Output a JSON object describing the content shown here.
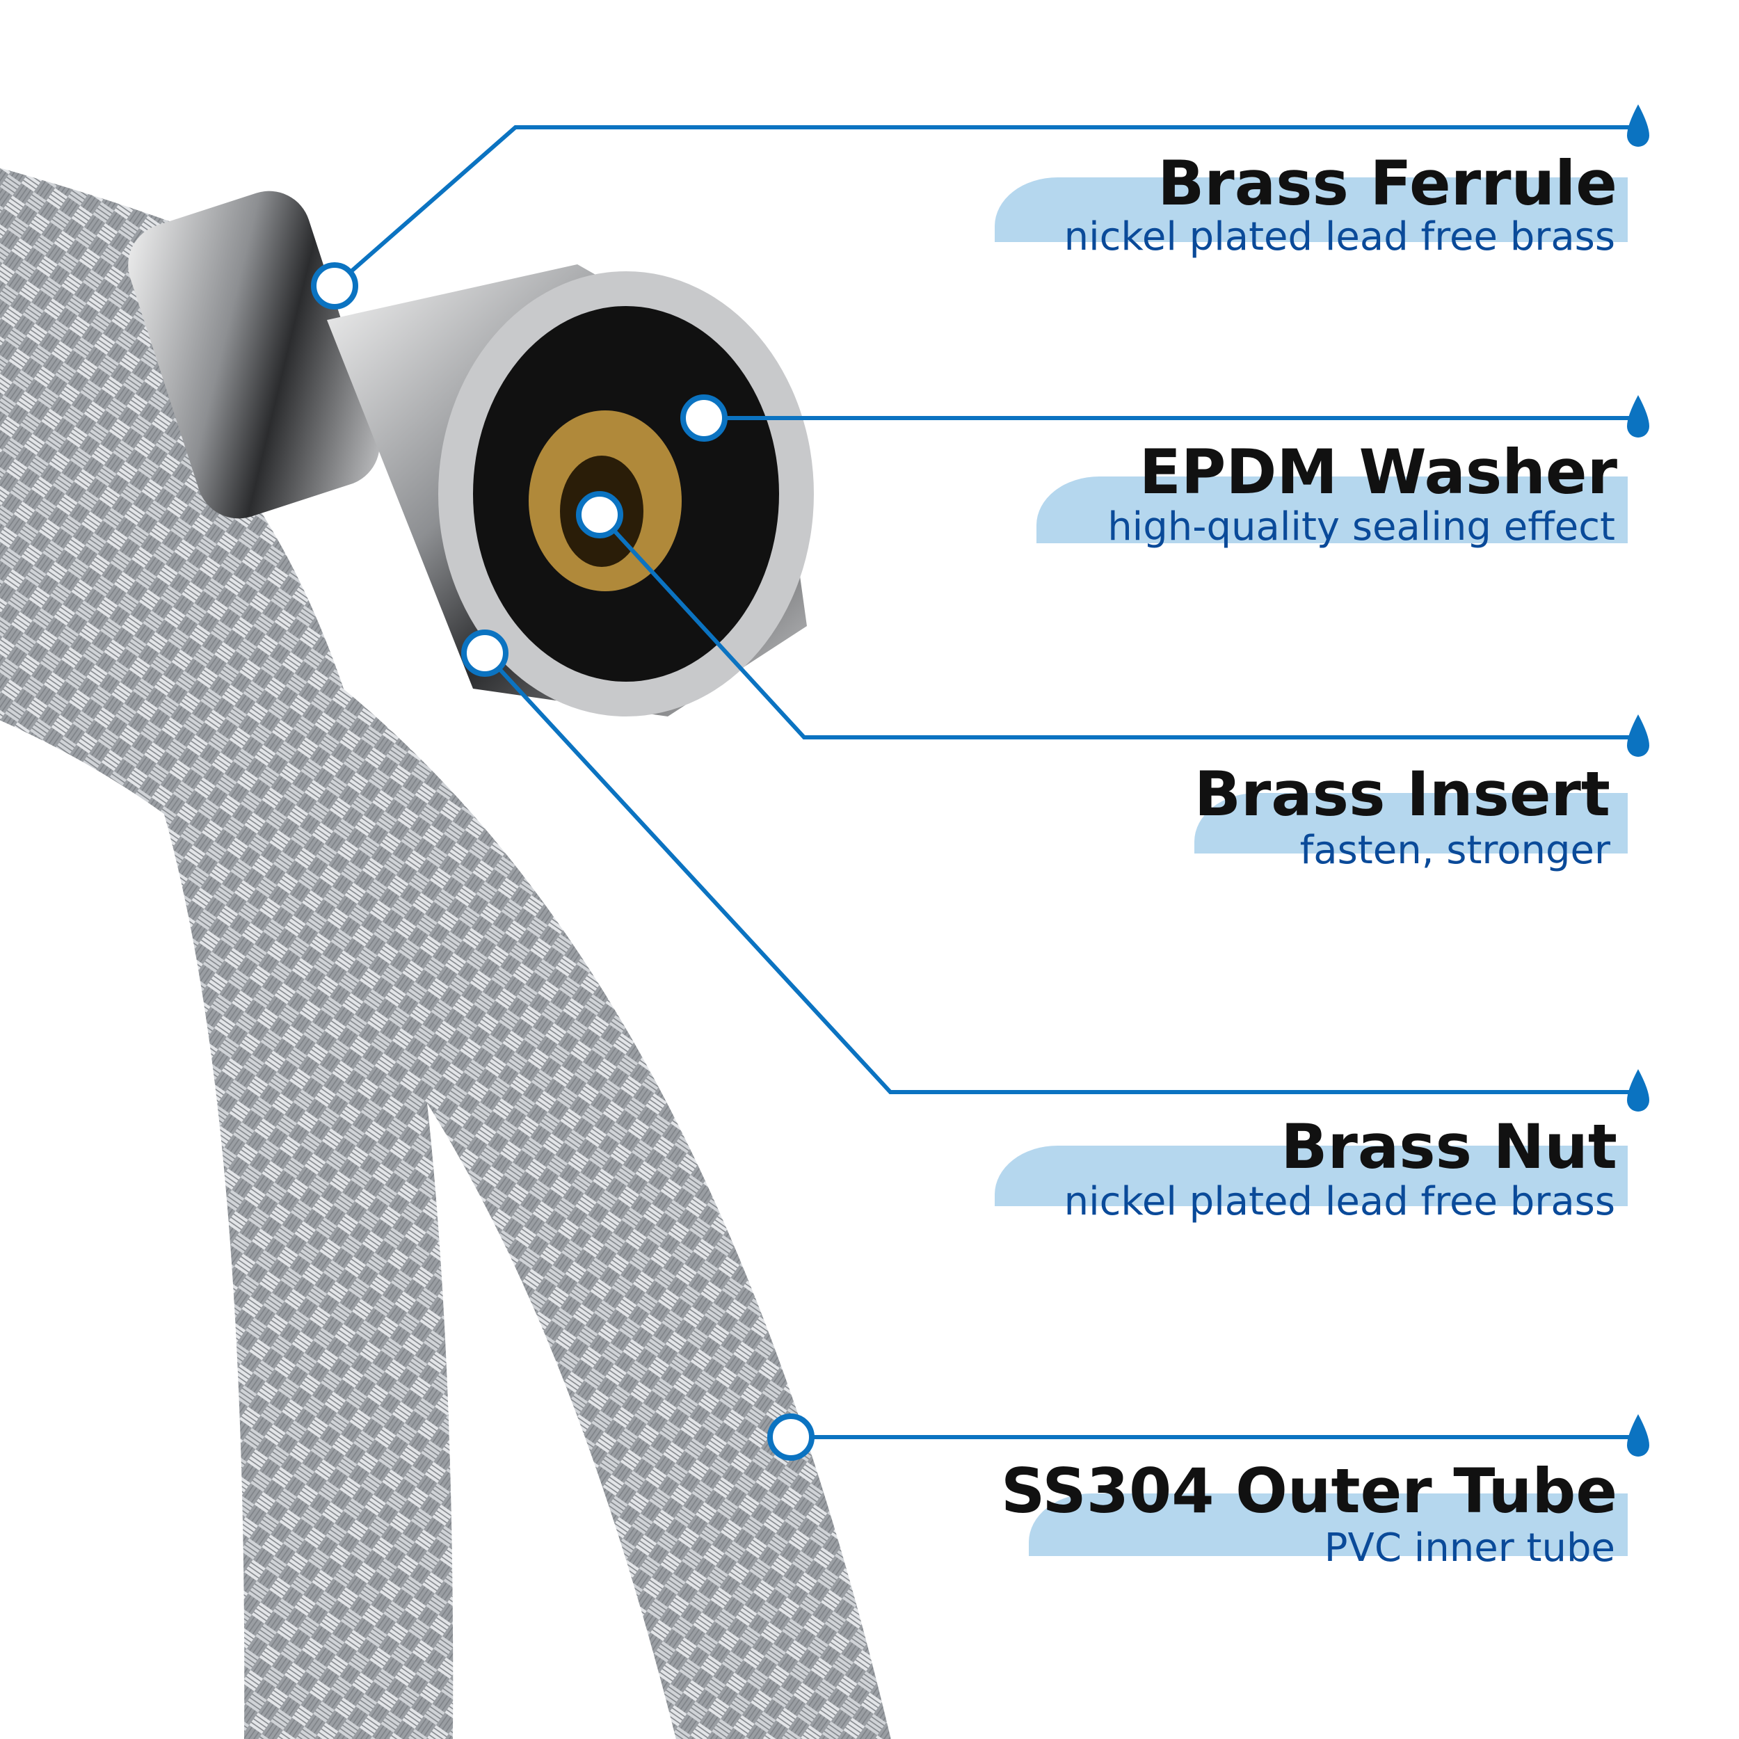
{
  "colors": {
    "accent": "#0b73c1",
    "band": "#b5d7ee",
    "title": "#111111",
    "subtitle": "#0a4a99"
  },
  "callouts": [
    {
      "title": "Brass Ferrule",
      "subtitle": "nickel plated lead free brass"
    },
    {
      "title": "EPDM Washer",
      "subtitle": "high-quality sealing effect"
    },
    {
      "title": "Brass Insert",
      "subtitle": "fasten, stronger"
    },
    {
      "title": "Brass Nut",
      "subtitle": "nickel plated lead free brass"
    },
    {
      "title": "SS304 Outer Tube",
      "subtitle": "PVC inner tube"
    }
  ]
}
